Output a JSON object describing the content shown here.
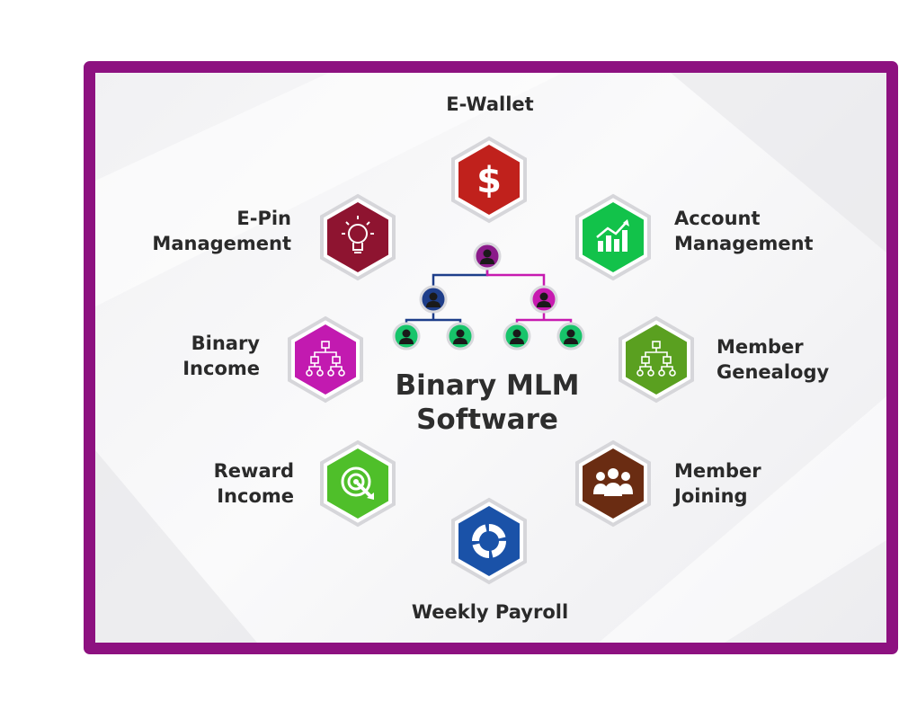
{
  "center": {
    "title_line1": "Binary MLM",
    "title_line2": "Software"
  },
  "features": {
    "e_wallet": {
      "label": "E-Wallet",
      "color": "#c0211c",
      "icon": "dollar-icon"
    },
    "e_pin": {
      "label_line1": "E-Pin",
      "label_line2": "Management",
      "color": "#8e1430",
      "icon": "lightbulb-icon"
    },
    "account": {
      "label_line1": "Account",
      "label_line2": "Management",
      "color": "#12c24a",
      "icon": "growth-chart-icon"
    },
    "binary_income": {
      "label_line1": "Binary",
      "label_line2": "Income",
      "color": "#c21ab0",
      "icon": "binary-tree-icon"
    },
    "genealogy": {
      "label_line1": "Member",
      "label_line2": "Genealogy",
      "color": "#5aa020",
      "icon": "genealogy-tree-icon"
    },
    "reward": {
      "label_line1": "Reward",
      "label_line2": "Income",
      "color": "#4fbf2a",
      "icon": "target-icon"
    },
    "joining": {
      "label_line1": "Member",
      "label_line2": "Joining",
      "color": "#6a2c12",
      "icon": "group-icon"
    },
    "payroll": {
      "label": "Weekly Payroll",
      "color": "#1a52a8",
      "icon": "pie-chart-icon"
    }
  },
  "tree_colors": {
    "root": "#8b1a8a",
    "left": "#1e3e8a",
    "right": "#c71ab0",
    "leaf": "#17c46a"
  }
}
